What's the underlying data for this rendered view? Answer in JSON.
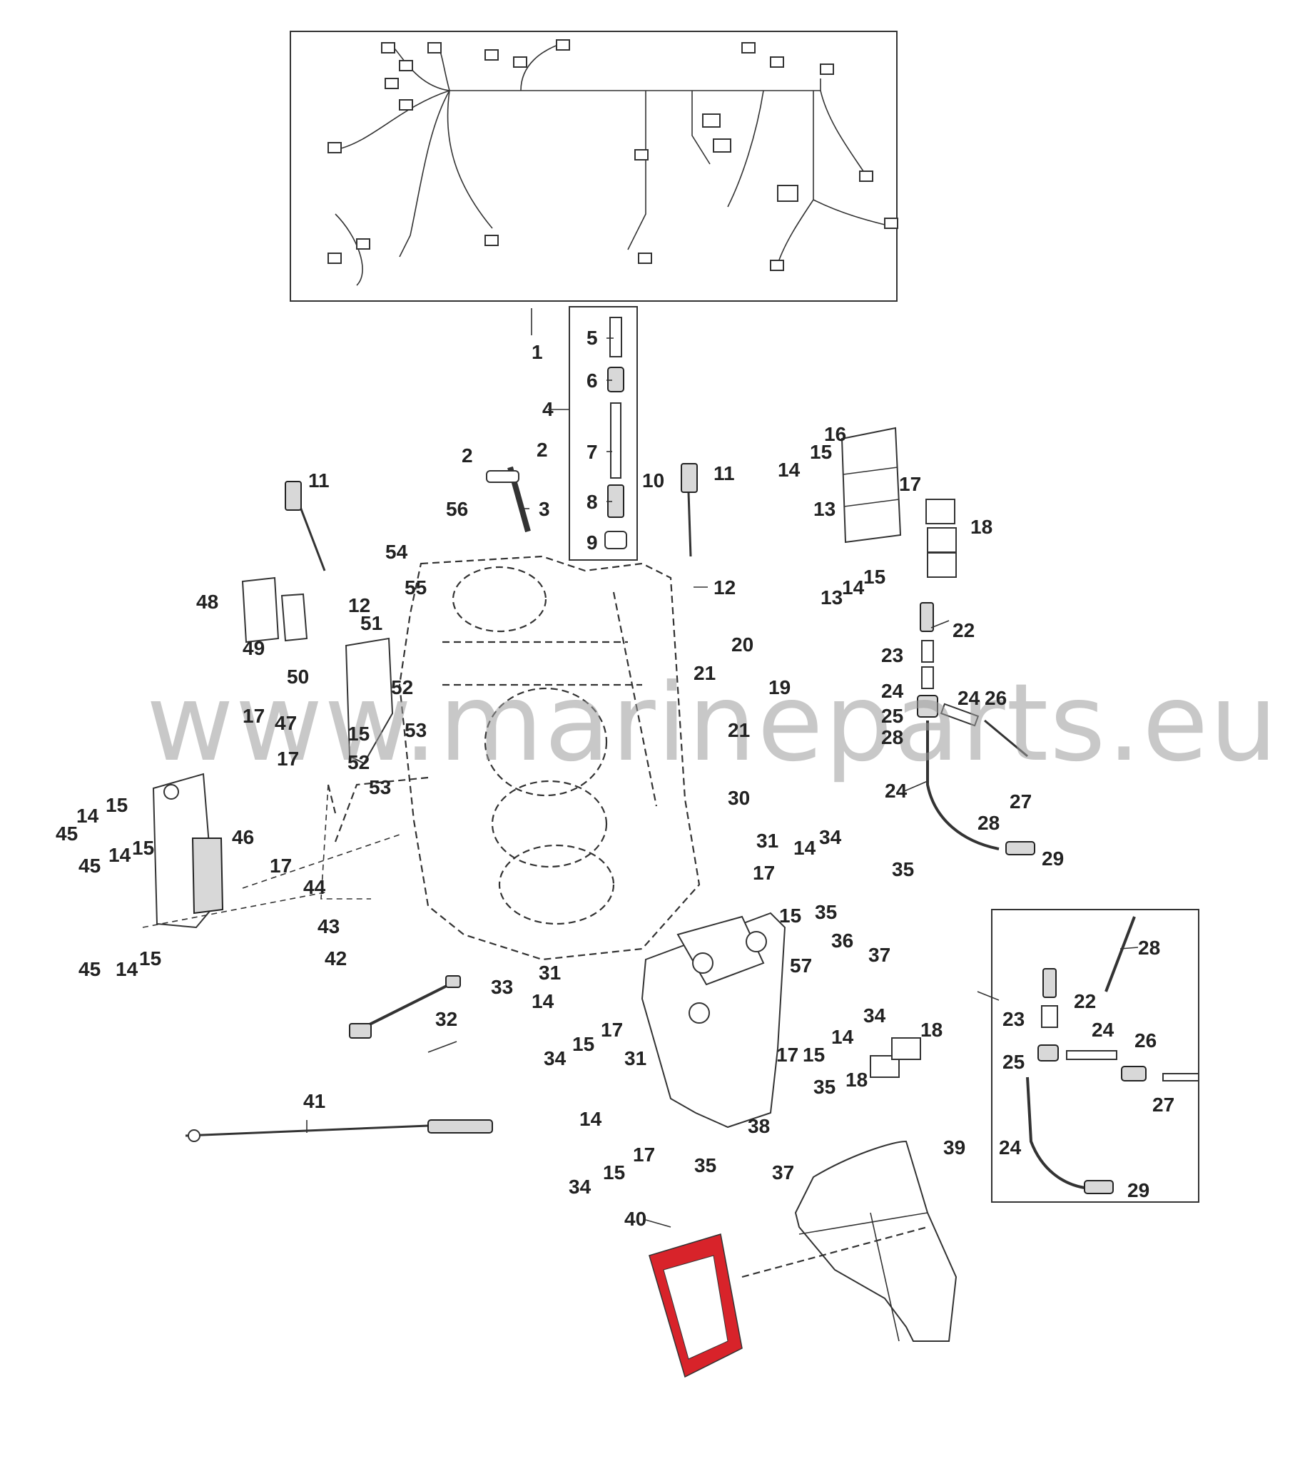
{
  "watermark": "www.marineparts.eu",
  "colors": {
    "line": "#333333",
    "label": "#222222",
    "decal_red": "#d8232a",
    "watermark": "#9a9a9a"
  },
  "callouts": [
    {
      "id": "c1",
      "text": "1"
    },
    {
      "id": "c2a",
      "text": "2"
    },
    {
      "id": "c2b",
      "text": "2"
    },
    {
      "id": "c3",
      "text": "3"
    },
    {
      "id": "c4",
      "text": "4"
    },
    {
      "id": "c5",
      "text": "5"
    },
    {
      "id": "c6",
      "text": "6"
    },
    {
      "id": "c7",
      "text": "7"
    },
    {
      "id": "c8",
      "text": "8"
    },
    {
      "id": "c9",
      "text": "9"
    },
    {
      "id": "c10",
      "text": "10"
    },
    {
      "id": "c11a",
      "text": "11"
    },
    {
      "id": "c11b",
      "text": "11"
    },
    {
      "id": "c12a",
      "text": "12"
    },
    {
      "id": "c12b",
      "text": "12"
    },
    {
      "id": "c13a",
      "text": "13"
    },
    {
      "id": "c13b",
      "text": "13"
    },
    {
      "id": "c14a",
      "text": "14"
    },
    {
      "id": "c14b",
      "text": "14"
    },
    {
      "id": "c14c",
      "text": "14"
    },
    {
      "id": "c14d",
      "text": "14"
    },
    {
      "id": "c14e",
      "text": "14"
    },
    {
      "id": "c14f",
      "text": "14"
    },
    {
      "id": "c14g",
      "text": "14"
    },
    {
      "id": "c14h",
      "text": "14"
    },
    {
      "id": "c14i",
      "text": "14"
    },
    {
      "id": "c15a",
      "text": "15"
    },
    {
      "id": "c15b",
      "text": "15"
    },
    {
      "id": "c15c",
      "text": "15"
    },
    {
      "id": "c15d",
      "text": "15"
    },
    {
      "id": "c15e",
      "text": "15"
    },
    {
      "id": "c15f",
      "text": "15"
    },
    {
      "id": "c15g",
      "text": "15"
    },
    {
      "id": "c15h",
      "text": "15"
    },
    {
      "id": "c15i",
      "text": "15"
    },
    {
      "id": "c16",
      "text": "16"
    },
    {
      "id": "c17a",
      "text": "17"
    },
    {
      "id": "c17b",
      "text": "17"
    },
    {
      "id": "c17c",
      "text": "17"
    },
    {
      "id": "c17d",
      "text": "17"
    },
    {
      "id": "c17e",
      "text": "17"
    },
    {
      "id": "c17f",
      "text": "17"
    },
    {
      "id": "c17g",
      "text": "17"
    },
    {
      "id": "c17h",
      "text": "17"
    },
    {
      "id": "c18a",
      "text": "18"
    },
    {
      "id": "c18b",
      "text": "18"
    },
    {
      "id": "c18c",
      "text": "18"
    },
    {
      "id": "c19",
      "text": "19"
    },
    {
      "id": "c20",
      "text": "20"
    },
    {
      "id": "c21a",
      "text": "21"
    },
    {
      "id": "c21b",
      "text": "21"
    },
    {
      "id": "c22a",
      "text": "22"
    },
    {
      "id": "c22b",
      "text": "22"
    },
    {
      "id": "c23a",
      "text": "23"
    },
    {
      "id": "c23b",
      "text": "23"
    },
    {
      "id": "c24a",
      "text": "24"
    },
    {
      "id": "c24b",
      "text": "24"
    },
    {
      "id": "c24c",
      "text": "24"
    },
    {
      "id": "c24d",
      "text": "24"
    },
    {
      "id": "c24e",
      "text": "24"
    },
    {
      "id": "c25a",
      "text": "25"
    },
    {
      "id": "c25b",
      "text": "25"
    },
    {
      "id": "c26a",
      "text": "26"
    },
    {
      "id": "c26b",
      "text": "26"
    },
    {
      "id": "c27a",
      "text": "27"
    },
    {
      "id": "c27b",
      "text": "27"
    },
    {
      "id": "c28a",
      "text": "28"
    },
    {
      "id": "c28b",
      "text": "28"
    },
    {
      "id": "c28c",
      "text": "28"
    },
    {
      "id": "c29a",
      "text": "29"
    },
    {
      "id": "c29b",
      "text": "29"
    },
    {
      "id": "c30",
      "text": "30"
    },
    {
      "id": "c31a",
      "text": "31"
    },
    {
      "id": "c31b",
      "text": "31"
    },
    {
      "id": "c31c",
      "text": "31"
    },
    {
      "id": "c32",
      "text": "32"
    },
    {
      "id": "c33",
      "text": "33"
    },
    {
      "id": "c34a",
      "text": "34"
    },
    {
      "id": "c34b",
      "text": "34"
    },
    {
      "id": "c34c",
      "text": "34"
    },
    {
      "id": "c34d",
      "text": "34"
    },
    {
      "id": "c35a",
      "text": "35"
    },
    {
      "id": "c35b",
      "text": "35"
    },
    {
      "id": "c35c",
      "text": "35"
    },
    {
      "id": "c35d",
      "text": "35"
    },
    {
      "id": "c36",
      "text": "36"
    },
    {
      "id": "c37a",
      "text": "37"
    },
    {
      "id": "c37b",
      "text": "37"
    },
    {
      "id": "c38",
      "text": "38"
    },
    {
      "id": "c39",
      "text": "39"
    },
    {
      "id": "c40",
      "text": "40"
    },
    {
      "id": "c41",
      "text": "41"
    },
    {
      "id": "c42",
      "text": "42"
    },
    {
      "id": "c43",
      "text": "43"
    },
    {
      "id": "c44",
      "text": "44"
    },
    {
      "id": "c45a",
      "text": "45"
    },
    {
      "id": "c45b",
      "text": "45"
    },
    {
      "id": "c45c",
      "text": "45"
    },
    {
      "id": "c46",
      "text": "46"
    },
    {
      "id": "c47",
      "text": "47"
    },
    {
      "id": "c48",
      "text": "48"
    },
    {
      "id": "c49",
      "text": "49"
    },
    {
      "id": "c50",
      "text": "50"
    },
    {
      "id": "c51",
      "text": "51"
    },
    {
      "id": "c52a",
      "text": "52"
    },
    {
      "id": "c52b",
      "text": "52"
    },
    {
      "id": "c53a",
      "text": "53"
    },
    {
      "id": "c53b",
      "text": "53"
    },
    {
      "id": "c54",
      "text": "54"
    },
    {
      "id": "c55",
      "text": "55"
    },
    {
      "id": "c56",
      "text": "56"
    },
    {
      "id": "c57",
      "text": "57"
    },
    {
      "id": "c15j",
      "text": "15"
    }
  ]
}
